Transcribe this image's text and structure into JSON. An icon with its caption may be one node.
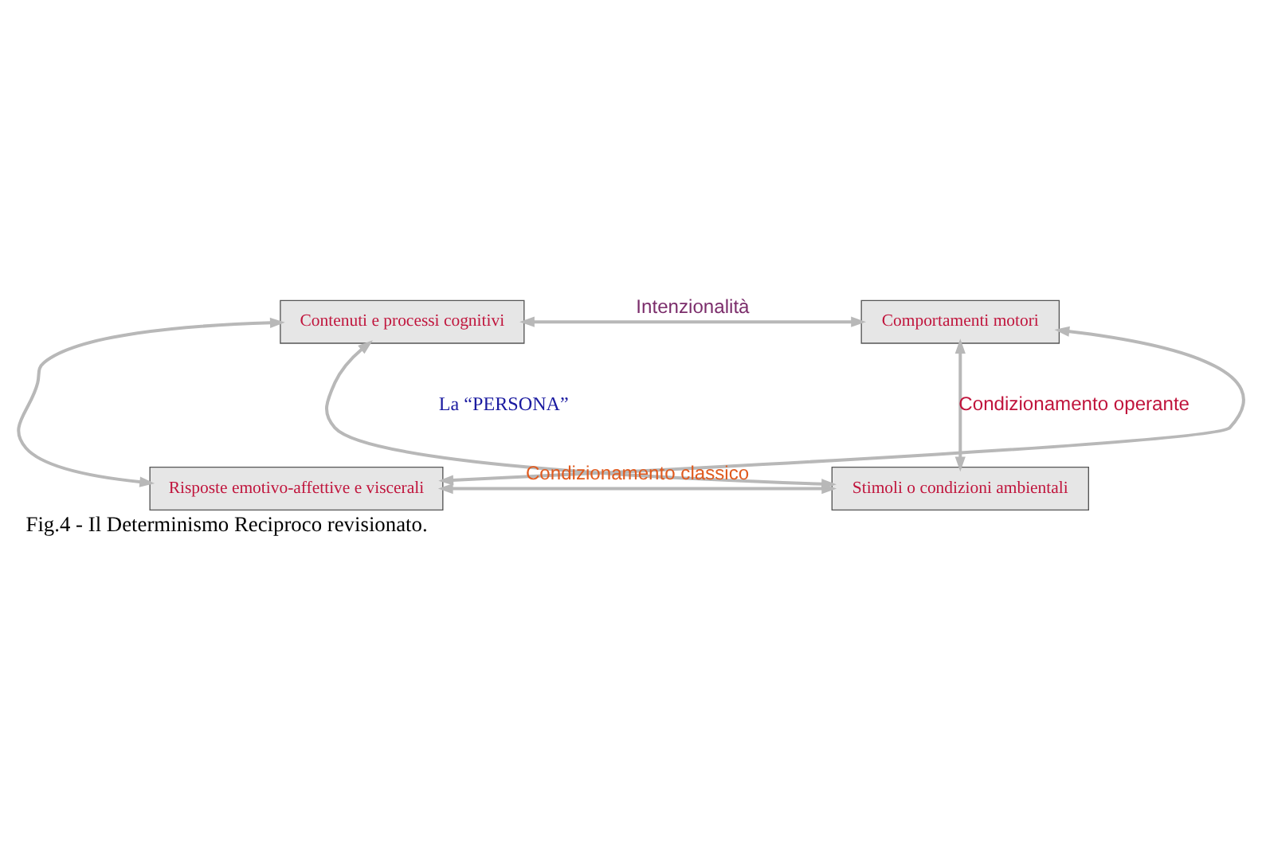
{
  "diagram": {
    "caption": "Fig.4 - Il Determinismo Reciproco revisionato.",
    "nodes": [
      {
        "text": [
          "Contenuti e processi cognitivi"
        ]
      },
      {
        "text": [
          "Comportamenti motori"
        ]
      },
      {
        "text": [
          "Risposte emotivo-affettive e viscerali"
        ]
      },
      {
        "text": [
          "Stimoli o condizioni ambientali"
        ]
      }
    ],
    "edges": [
      {
        "from": 0,
        "to": 1,
        "arrow": "both",
        "label": "Intenzionalità"
      },
      {
        "from": 0,
        "to": 2,
        "arrow": "both"
      },
      {
        "from": 1,
        "to": 3,
        "arrow": "both",
        "label": "Condizionamento operante"
      },
      {
        "from": 2,
        "to": 3,
        "arrow": "both",
        "label": "Condizionamento classico"
      },
      {
        "from": 0,
        "to": 3,
        "arrow": "both"
      },
      {
        "from": 2,
        "to": 1,
        "arrow": "both"
      }
    ],
    "labels": [
      "La “PERSONA”"
    ]
  }
}
